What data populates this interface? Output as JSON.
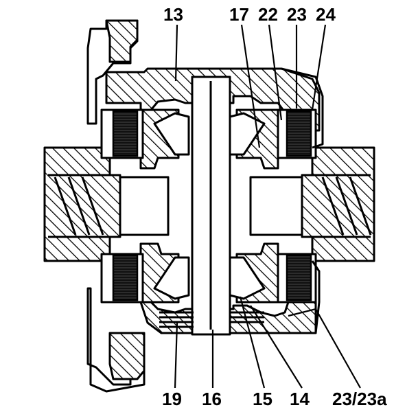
{
  "diagram": {
    "callouts_top": [
      {
        "id": "13",
        "text": "13"
      },
      {
        "id": "17",
        "text": "17"
      },
      {
        "id": "22",
        "text": "22"
      },
      {
        "id": "23",
        "text": "23"
      },
      {
        "id": "24",
        "text": "24"
      }
    ],
    "callouts_bottom": [
      {
        "id": "19",
        "text": "19"
      },
      {
        "id": "16",
        "text": "16"
      },
      {
        "id": "15",
        "text": "15"
      },
      {
        "id": "14",
        "text": "14"
      },
      {
        "id": "23-23a",
        "text": "23/23a"
      }
    ],
    "colors": {
      "ink": "#000000",
      "paper": "#ffffff"
    }
  }
}
